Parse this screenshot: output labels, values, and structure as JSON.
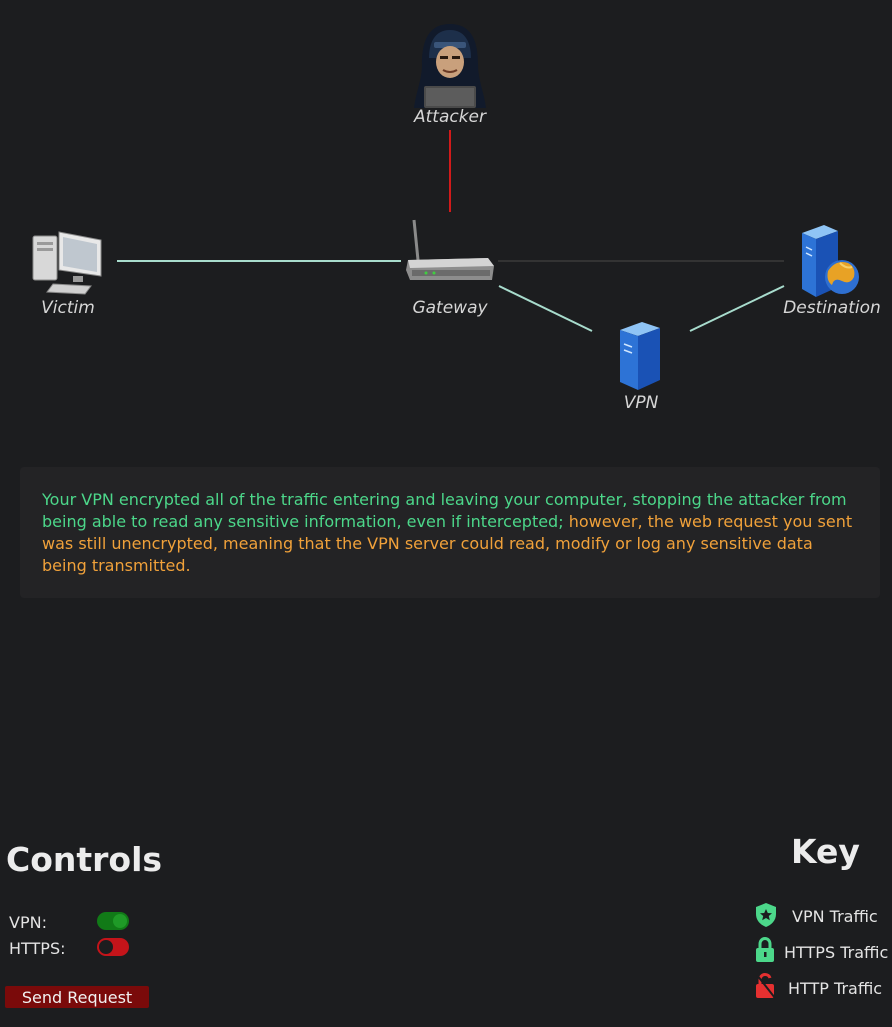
{
  "nodes": {
    "attacker": "Attacker",
    "victim": "Victim",
    "gateway": "Gateway",
    "destination": "Destination",
    "vpn": "VPN"
  },
  "message": {
    "secure_part": "Your VPN encrypted all of the traffic entering and leaving your computer, stopping the attacker from being able to read any sensitive information, even if intercepted;",
    "warning_part": " however, the web request you sent was still unencrypted, meaning that the VPN server could read, modify or log any sensitive data being transmitted."
  },
  "controls": {
    "title": "Controls",
    "vpn_label": "VPN:",
    "vpn_enabled": true,
    "https_label": "HTTPS:",
    "https_enabled": false,
    "send_button": "Send Request"
  },
  "key": {
    "title": "Key",
    "items": [
      {
        "label": "VPN Traffic",
        "icon": "shield-star-icon",
        "color": "#4cd78a"
      },
      {
        "label": "HTTPS Traffic",
        "icon": "lock-icon",
        "color": "#4cd78a"
      },
      {
        "label": "HTTP Traffic",
        "icon": "unlock-icon",
        "color": "#e53030"
      }
    ]
  },
  "colors": {
    "link_vpn": "#a8dccd",
    "link_attack": "#d11a1a",
    "link_idle": "#333333",
    "toggle_on": "#117a17",
    "toggle_off": "#c4141a",
    "send_button": "#7a0a0a"
  }
}
